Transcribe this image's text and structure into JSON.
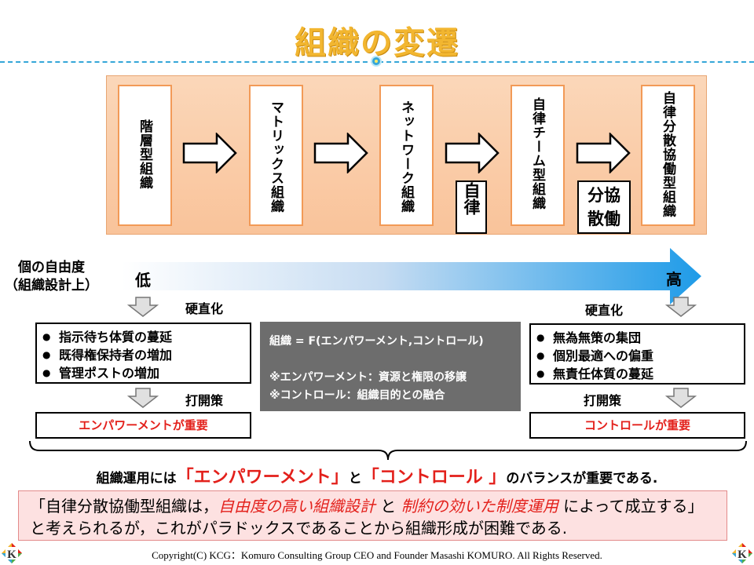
{
  "title": "組織の変遷",
  "stages": [
    {
      "label": "階層型組織"
    },
    {
      "label": "マトリックス組織"
    },
    {
      "label": "ネットワーク組織"
    },
    {
      "label": "自律チーム型組織"
    },
    {
      "label": "自律分散協働型組織"
    }
  ],
  "keywords": {
    "autonomy": "自律",
    "distributed_1": "分協",
    "distributed_2": "散働"
  },
  "freedom": {
    "label_line1": "個の自由度",
    "label_line2": "（組織設計上）",
    "low": "低",
    "high": "高"
  },
  "left": {
    "stiffening_label": "硬直化",
    "items": [
      "指示待ち体質の蔓延",
      "既得権保持者の増加",
      "管理ポストの増加"
    ],
    "remedy_label": "打開策",
    "remedy": "エンパワーメントが重要"
  },
  "right": {
    "stiffening_label": "硬直化",
    "items": [
      "無為無策の集団",
      "個別最適への偏重",
      "無責任体質の蔓延"
    ],
    "remedy_label": "打開策",
    "remedy": "コントロールが重要"
  },
  "formula": {
    "line1": "組織 = F(エンパワーメント,コントロール)",
    "line2": "※エンパワーメント：資源と権限の移譲",
    "line3": "※コントロール：組織目的との融合"
  },
  "balance": {
    "prefix": "組織運用には",
    "term1": "「エンパワーメント」",
    "conj": "と",
    "term2": "「コントロール 」",
    "suffix": "のバランスが重要である."
  },
  "paradox": {
    "p1": "「自律分散協働型組織は，",
    "p2": "自由度の高い組織設計",
    "p3": " と ",
    "p4": "制約の効いた制度運用",
    "p5": " によって成立する」と考えられるが，これがパラドックスであることから組織形成が困難である."
  },
  "footer": {
    "copyright": "Copyright(C)  KCG：Komuro Consulting Group   CEO and Founder  Masashi KOMURO. All Rights Reserved.",
    "logo_letter": "K"
  },
  "colors": {
    "title": "#f2b630",
    "accent_blue": "#1e9be8",
    "orange_border": "#f29a57",
    "red": "#e3201b",
    "formula_bg": "#6d6d6d",
    "paradox_bg": "#fde1e1"
  }
}
